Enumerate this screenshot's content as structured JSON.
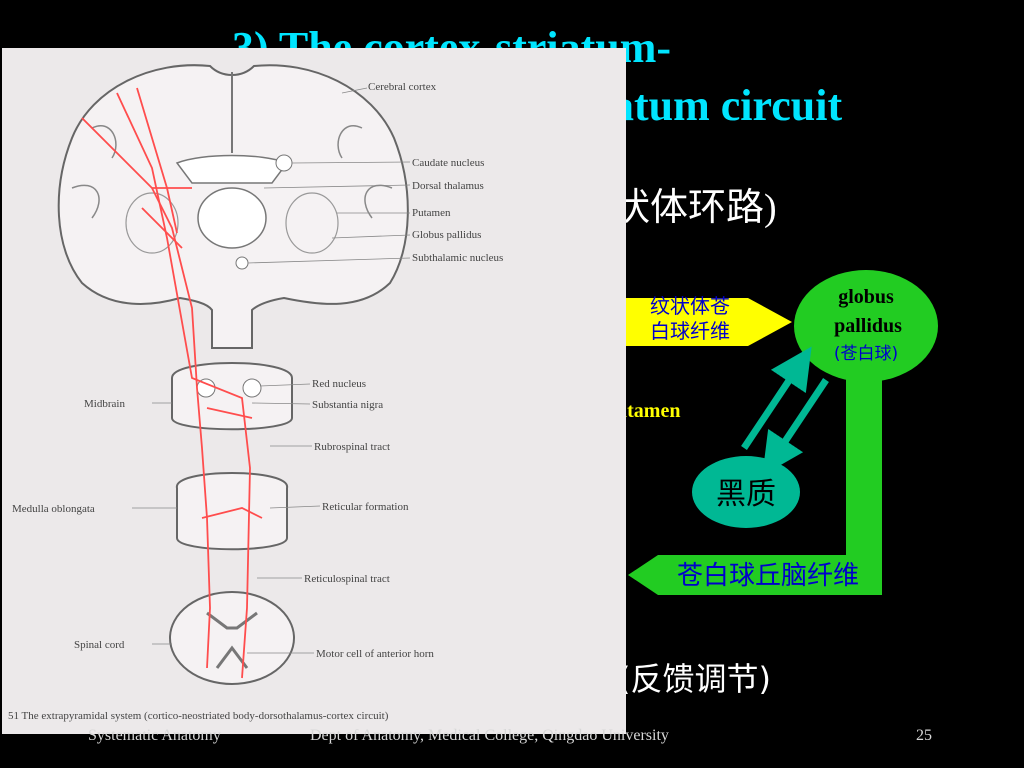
{
  "slide": {
    "title_line1": "3) The cortex-striatum-",
    "title_line2": "atum circuit",
    "subtitle_cn": "状体环路",
    "subtitle_paren": ")",
    "putamen_label": "utamen",
    "feedback_cn": "(反馈调节)",
    "footer": {
      "left": "Systematic Anatomy",
      "center": "Dept of Anatomy, Medical College, Qingdao University",
      "page": "25"
    }
  },
  "diagram": {
    "yellow_arrow_line1": "纹状体苍",
    "yellow_arrow_line2": "白球纤维",
    "globus_line1": "globus",
    "globus_line2": "pallidus",
    "globus_cn": "(苍白球)",
    "substantia_nigra_cn": "黑质",
    "pallido_thalamic_cn": "苍白球丘脑纤维",
    "colors": {
      "green": "#22cc22",
      "teal": "#00b894",
      "yellow": "#ffff00",
      "cn_text": "#0000cc"
    }
  },
  "figure": {
    "labels": {
      "cerebral_cortex": "Cerebral cortex",
      "caudate": "Caudate nucleus",
      "thalamus": "Dorsal thalamus",
      "putamen": "Putamen",
      "globus": "Globus pallidus",
      "subthalamic": "Subthalamic nucleus",
      "red_nucleus": "Red nucleus",
      "substantia_nigra": "Substantia nigra",
      "midbrain": "Midbrain",
      "rubrospinal": "Rubrospinal tract",
      "reticular_formation": "Reticular formation",
      "medulla": "Medulla oblongata",
      "reticulospinal": "Reticulospinal tract",
      "spinal_cord": "Spinal cord",
      "motor_cell": "Motor cell of anterior horn"
    },
    "caption": "51  The extrapyramidal system (cortico-neostriated body-dorsothalamus-cortex circuit)"
  }
}
